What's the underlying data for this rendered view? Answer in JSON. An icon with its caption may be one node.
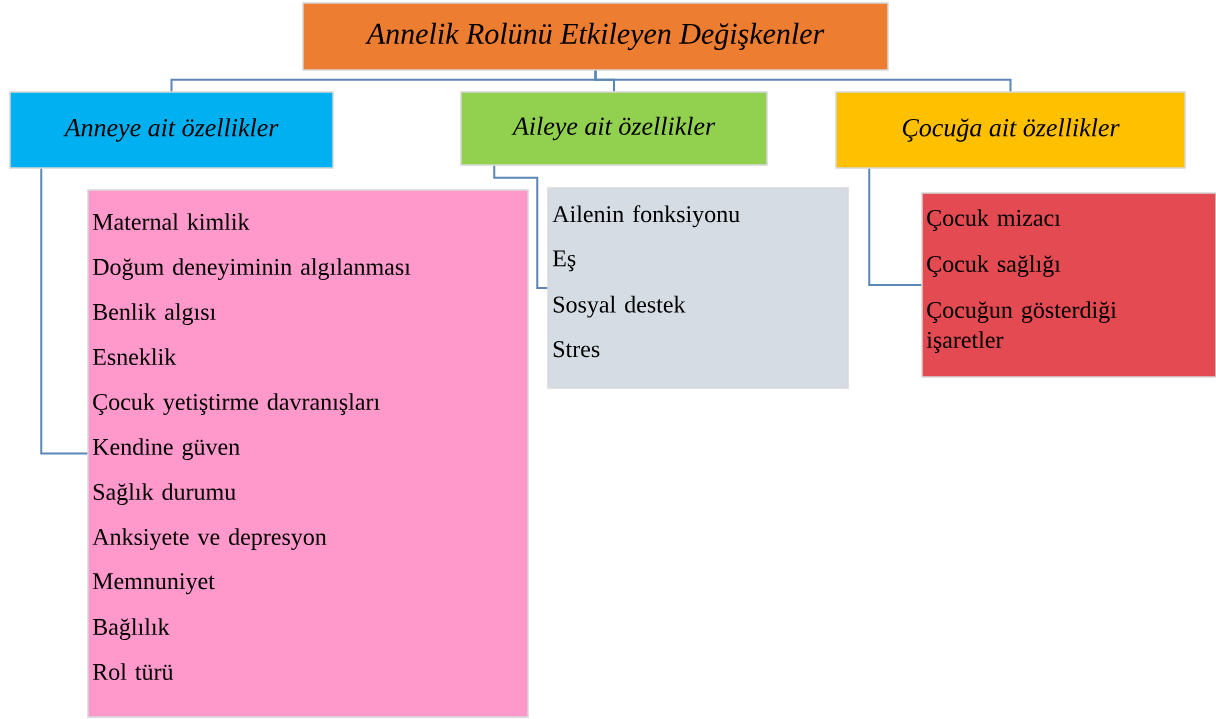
{
  "diagram": {
    "nodes": [
      {
        "text": [
          "Annelik Rolünü Etkileyen Değişkenler"
        ]
      },
      {
        "text": [
          "Anneye ait özellikler"
        ]
      },
      {
        "text": [
          "Aileye ait özellikler"
        ]
      },
      {
        "text": [
          "Çocuğa ait özellikler"
        ]
      },
      {
        "text": [
          "Maternal kimlik",
          "Doğum deneyiminin algılanması",
          "Benlik algısı",
          "Esneklik",
          "Çocuk yetiştirme davranışları",
          "Kendine güven",
          "Sağlık durumu",
          "Anksiyete ve depresyon",
          "Memnuniyet",
          "Bağlılık",
          "Rol türü"
        ]
      },
      {
        "text": [
          "Ailenin fonksiyonu",
          "Eş",
          "Sosyal destek",
          "Stres"
        ]
      },
      {
        "text": [
          "Çocuk mizacı",
          "Çocuk sağlığı",
          "Çocuğun gösterdiği işaretler"
        ]
      }
    ],
    "edges": [
      {
        "from": 0,
        "to": 1,
        "arrow": "none"
      },
      {
        "from": 0,
        "to": 2,
        "arrow": "none"
      },
      {
        "from": 0,
        "to": 3,
        "arrow": "none"
      },
      {
        "from": 1,
        "to": 4,
        "arrow": "none"
      },
      {
        "from": 2,
        "to": 5,
        "arrow": "none"
      },
      {
        "from": 3,
        "to": 6,
        "arrow": "none"
      }
    ]
  }
}
